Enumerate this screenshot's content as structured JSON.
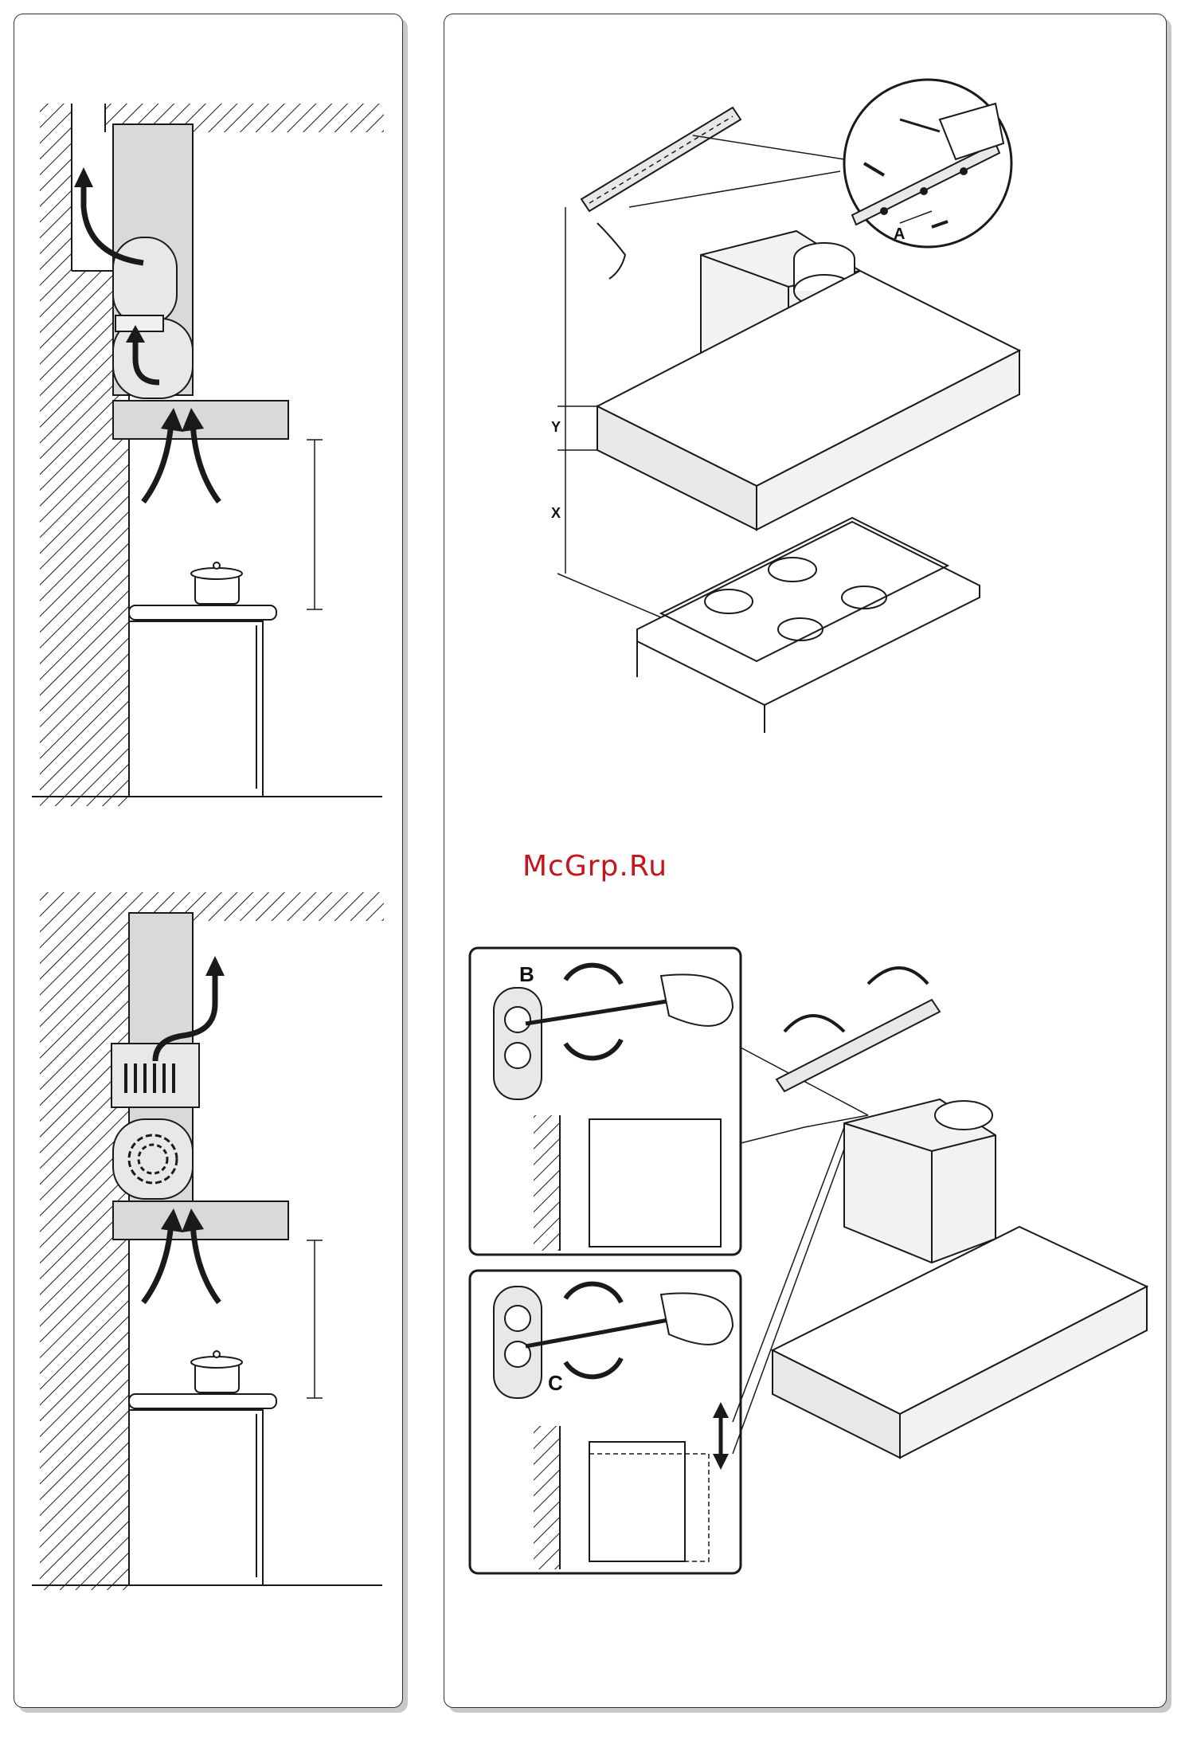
{
  "watermark": {
    "text": "McGrp.Ru",
    "color": "#c4161c"
  },
  "figures": {
    "ducted_mode": {
      "arrows": [
        "air-intake",
        "duct-exhaust"
      ]
    },
    "recirculation_mode": {
      "arrows": [
        "air-intake",
        "filter-exhaust"
      ]
    },
    "wall_mounting": {
      "dimension_labels": [
        "X",
        "Y"
      ],
      "part_label": "A"
    },
    "bracket_adjust_depth": {
      "part_label": "B"
    },
    "bracket_adjust_height": {
      "part_label": "C"
    }
  },
  "colors": {
    "line": "#1a1a1a",
    "hood_fill": "#d9d9d9",
    "wall_hatch": "#1a1a1a"
  }
}
